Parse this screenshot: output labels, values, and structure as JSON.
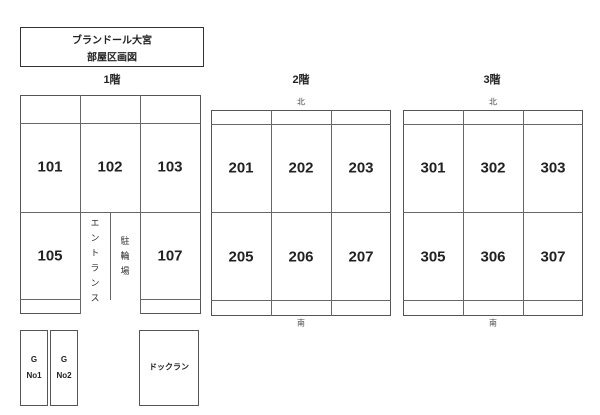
{
  "title": {
    "line1": "ブランドール大宮",
    "line2": "部屋区画図"
  },
  "floors": {
    "f1": {
      "label": "1階",
      "rooms": [
        "101",
        "102",
        "103",
        "105",
        "107"
      ],
      "entrance": "エントランス",
      "bicycle": "駐輪場"
    },
    "f2": {
      "label": "2階",
      "north": "北",
      "south": "南",
      "rooms": [
        "201",
        "202",
        "203",
        "205",
        "206",
        "207"
      ]
    },
    "f3": {
      "label": "3階",
      "north": "北",
      "south": "南",
      "rooms": [
        "301",
        "302",
        "303",
        "305",
        "306",
        "307"
      ]
    }
  },
  "garages": [
    {
      "line1": "G",
      "line2": "No1"
    },
    {
      "line1": "G",
      "line2": "No2"
    }
  ],
  "dogrun": "ドックラン"
}
